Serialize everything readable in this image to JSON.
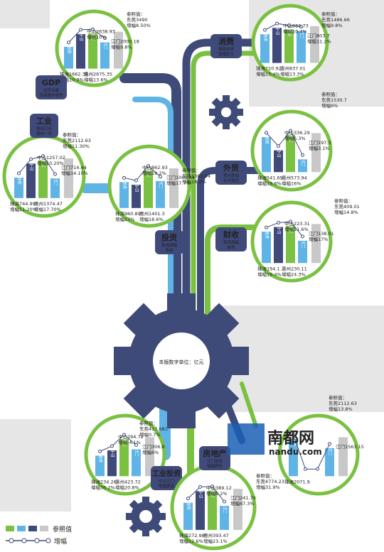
{
  "colors": {
    "green": "#7ac142",
    "navy": "#3f4a7a",
    "light_blue": "#5fb4e5",
    "grey": "#c8c8c8",
    "gear": "#3e4a78"
  },
  "center": {
    "label": "本版数字单位：亿元"
  },
  "legend": {
    "series": [
      "",
      "",
      "",
      ""
    ],
    "value_label": "参照值",
    "growth_label": "增幅"
  },
  "city_labels": {
    "zhuhai": "珠海",
    "zhongshan": "中山",
    "huizhou": "惠州",
    "jiangmen": "江门"
  },
  "watermark": {
    "brand": "南都网",
    "url": "nandu.com"
  },
  "chart_data": [
    {
      "id": "gdp",
      "type": "bar",
      "title": "GDP",
      "subtitle": "经济总量珠海惠州领先",
      "categories": [
        "珠海",
        "中山",
        "惠州",
        "江门"
      ],
      "values": [
        1662.38,
        2638.93,
        2675.35,
        2000.18
      ],
      "growth": [
        "10.9%",
        "10%",
        "13.6%",
        "9.8%"
      ],
      "reference": {
        "city": "东莞",
        "value": "3490",
        "growth": "8.50%"
      }
    },
    {
      "id": "consumption",
      "type": "bar",
      "title": "消费",
      "subtitle": "珠海总体增幅较大",
      "categories": [
        "珠海",
        "中山",
        "惠州",
        "江门"
      ],
      "values": [
        720.92,
        880.73,
        837.01,
        803.7
      ],
      "growth": [
        "13.4%",
        "10.4%",
        "13.3%",
        "11.2%"
      ],
      "reference": {
        "city": "东莞",
        "value": "1486.66",
        "growth": "9.8%"
      }
    },
    {
      "id": "industry",
      "type": "bar",
      "title": "工业",
      "subtitle": "珠海只有惠州一半",
      "categories": [
        "珠海",
        "中山",
        "惠州",
        "江门"
      ],
      "values": [
        744.99,
        1257.02,
        1374.47,
        714.44
      ],
      "growth": [
        "11.20%",
        "10.20%",
        "17.70%",
        "14.10%"
      ],
      "reference": {
        "city": "东莞",
        "value": "2112.63",
        "growth": "11.30%"
      }
    },
    {
      "id": "investment",
      "type": "bar",
      "title": "投资",
      "subtitle": "珠海增幅靠前",
      "categories": [
        "珠海",
        "中山",
        "惠州",
        "江门"
      ],
      "values": [
        960.89,
        862.93,
        1401.3,
        1000.84
      ],
      "growth": [
        "23%",
        "19.2%",
        "18.6%",
        "17.7%"
      ],
      "reference": {
        "city": "东莞",
        "value": "1383.94",
        "growth": "18.2%"
      }
    },
    {
      "id": "foreign_trade",
      "type": "bar",
      "title": "外贸",
      "subtitle": "惠州珠海水平接近",
      "categories": [
        "珠海",
        "中山",
        "惠州",
        "江门"
      ],
      "values": [
        541.69,
        336.29,
        573.94,
        197.3
      ],
      "growth": [
        "18.6%",
        "6.3%",
        "16%",
        "3.1%"
      ],
      "reference": {
        "city": "东莞",
        "value": "1530.7",
        "growth": "6%"
      }
    },
    {
      "id": "finance",
      "type": "bar",
      "title": "财收",
      "subtitle": "珠海增幅最快",
      "categories": [
        "珠海",
        "中山",
        "惠州",
        "江门"
      ],
      "values": [
        194.1,
        223.31,
        230.11,
        138.01
      ],
      "growth": [
        "19.4%",
        "11.6%",
        "24.3%",
        "17%"
      ],
      "reference": {
        "city": "东莞",
        "value": "409.01",
        "growth": "14.8%"
      }
    },
    {
      "id": "industrial_investment",
      "type": "bar",
      "title": "工业投资",
      "subtitle": "中山江门增幅更高",
      "categories": [
        "珠海",
        "中山",
        "惠州",
        "江门"
      ],
      "values": [
        234.26,
        294.72,
        423.72,
        306.8
      ],
      "growth": [
        "36.2%",
        "-4.1%",
        "20.8%",
        "6%"
      ],
      "reference": {
        "city": "东莞",
        "value": "417.681",
        "growth": "0.7%"
      }
    },
    {
      "id": "real_estate",
      "type": "bar",
      "title": "房地产",
      "subtitle": "江门投资增幅领先",
      "categories": [
        "珠海",
        "中山",
        "惠州",
        "江门"
      ],
      "values": [
        272.98,
        389.12,
        393.47,
        241.79
      ],
      "growth": [
        "12.6%",
        "9.2%",
        "23.1%",
        "67.3%"
      ],
      "reference": {
        "city": "东莞",
        "value": "4774.23",
        "growth": "31.9%"
      }
    },
    {
      "id": "bottom_right",
      "type": "bar",
      "title": "",
      "subtitle": "",
      "categories": [
        "珠海",
        "中山",
        "惠州",
        "江门"
      ],
      "values": [
        2071.9,
        0,
        0,
        1563.15
      ],
      "growth": [
        "",
        "",
        "",
        ""
      ],
      "reference": {
        "city": "东莞",
        "value": "2112.63",
        "growth": "13.8%"
      }
    }
  ]
}
